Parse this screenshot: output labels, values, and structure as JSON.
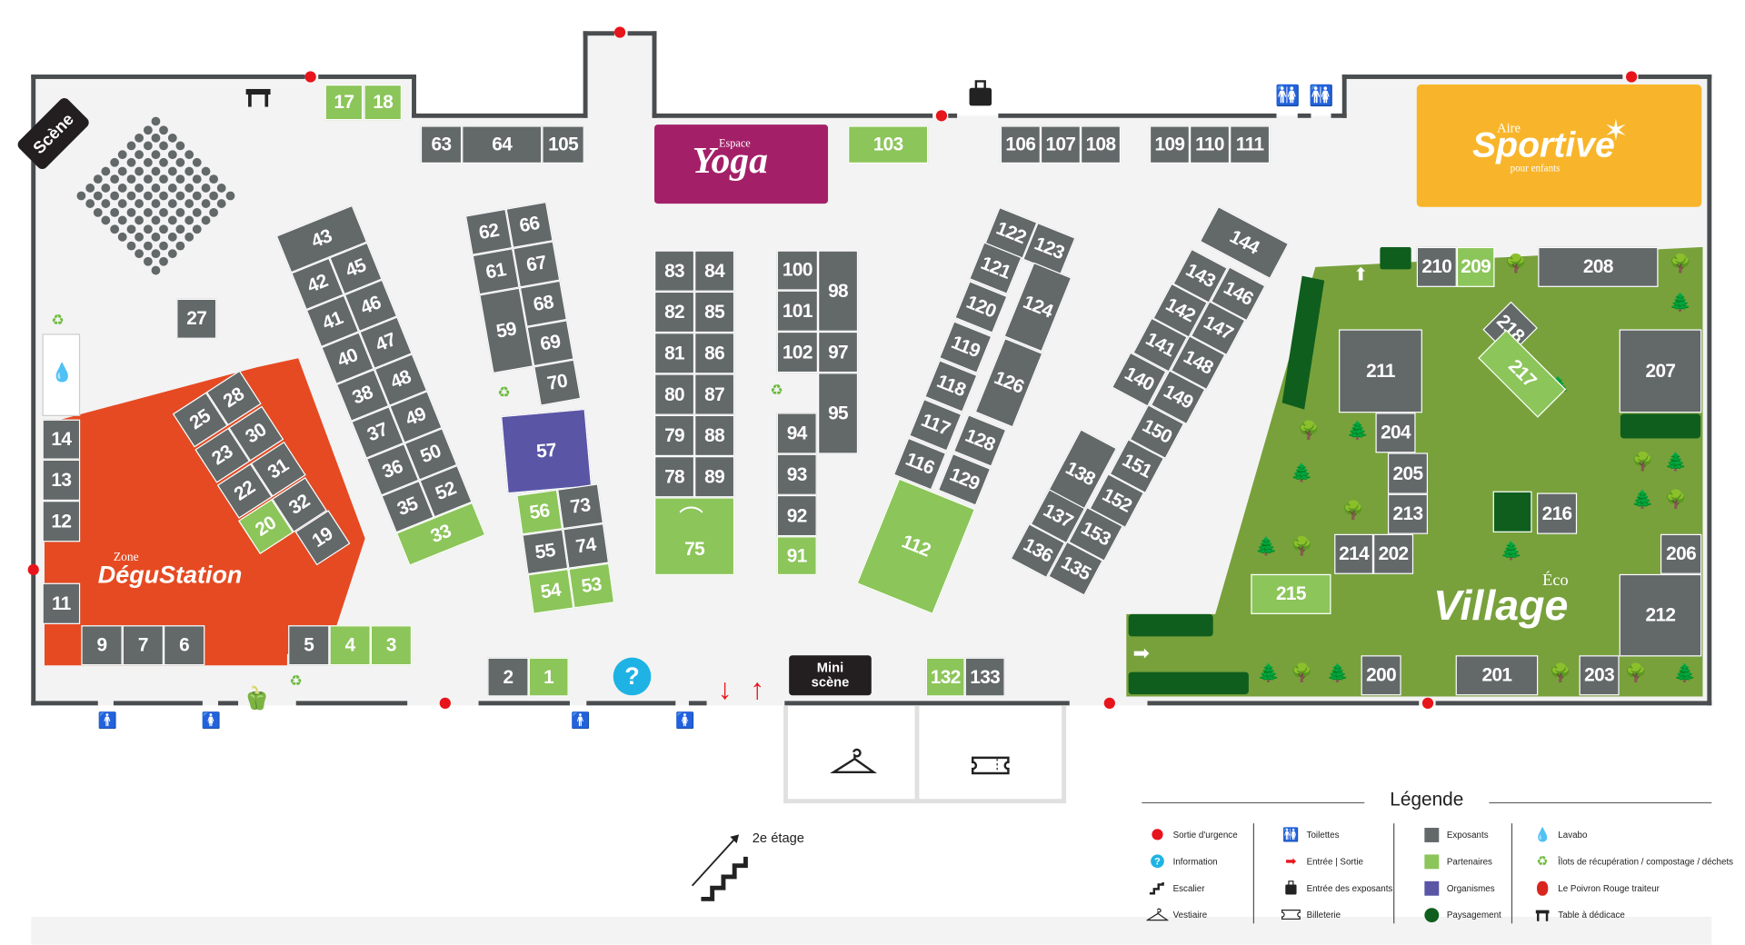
{
  "title": "Plan du salon",
  "colors": {
    "exposant": "#636869",
    "partenaire": "#8cc55a",
    "organisme": "#5a55a5",
    "paysagement": "#0f5e1d",
    "eco_village": "#78a13c",
    "degustation": "#e64a22",
    "yoga": "#a32068",
    "sportive": "#f8b52b",
    "exit": "#e8141b",
    "info": "#1eb3e4"
  },
  "zones": {
    "scene": "Scène",
    "mini_scene_line1": "Mini",
    "mini_scene_line2": "scène",
    "yoga_small": "Espace",
    "yoga_big": "Yoga",
    "sportive_small": "Aire",
    "sportive_big": "Sportive",
    "sportive_sub": "pour enfants",
    "degu_small": "Zone",
    "degu_big": "DéguStation",
    "eco_small": "Éco",
    "eco_big": "Village",
    "stairs_label": "2e étage"
  },
  "booths": {
    "b17": "17",
    "b18": "18",
    "b63": "63",
    "b64": "64",
    "b105": "105",
    "b103": "103",
    "b106": "106",
    "b107": "107",
    "b108": "108",
    "b109": "109",
    "b110": "110",
    "b111": "111",
    "b14": "14",
    "b13": "13",
    "b12": "12",
    "b11": "11",
    "b9": "9",
    "b7": "7",
    "b6": "6",
    "b5": "5",
    "b4": "4",
    "b3": "3",
    "b2": "2",
    "b1": "1",
    "b132": "132",
    "b133": "133",
    "b27": "27",
    "b28": "28",
    "b25": "25",
    "b30": "30",
    "b23": "23",
    "b31": "31",
    "b22": "22",
    "b32": "32",
    "b20": "20",
    "b19": "19",
    "b43": "43",
    "b42": "42",
    "b45": "45",
    "b41": "41",
    "b46": "46",
    "b40": "40",
    "b47": "47",
    "b38": "38",
    "b48": "48",
    "b37": "37",
    "b49": "49",
    "b36": "36",
    "b50": "50",
    "b35": "35",
    "b52": "52",
    "b33": "33",
    "b62": "62",
    "b66": "66",
    "b61": "61",
    "b67": "67",
    "b59": "59",
    "b68": "68",
    "b69": "69",
    "b70": "70",
    "b57": "57",
    "b56": "56",
    "b73": "73",
    "b55": "55",
    "b74": "74",
    "b54": "54",
    "b53": "53",
    "b83": "83",
    "b84": "84",
    "b82": "82",
    "b85": "85",
    "b81": "81",
    "b86": "86",
    "b80": "80",
    "b87": "87",
    "b79": "79",
    "b88": "88",
    "b78": "78",
    "b89": "89",
    "b75": "75",
    "b100": "100",
    "b98": "98",
    "b101": "101",
    "b102": "102",
    "b97": "97",
    "b95": "95",
    "b94": "94",
    "b93": "93",
    "b92": "92",
    "b91": "91",
    "b122": "122",
    "b123": "123",
    "b121": "121",
    "b124": "124",
    "b120": "120",
    "b119": "119",
    "b126": "126",
    "b118": "118",
    "b117": "117",
    "b128": "128",
    "b116": "116",
    "b129": "129",
    "b112": "112",
    "b144": "144",
    "b143": "143",
    "b146": "146",
    "b142": "142",
    "b147": "147",
    "b141": "141",
    "b148": "148",
    "b140": "140",
    "b149": "149",
    "b150": "150",
    "b151": "151",
    "b138": "138",
    "b152": "152",
    "b137": "137",
    "b153": "153",
    "b136": "136",
    "b135": "135",
    "b210": "210",
    "b209": "209",
    "b208": "208",
    "b211": "211",
    "b207": "207",
    "b218": "218",
    "b217": "217",
    "b204": "204",
    "b205": "205",
    "b213": "213",
    "b216": "216",
    "b214": "214",
    "b202": "202",
    "b206": "206",
    "b215": "215",
    "b212": "212",
    "b200": "200",
    "b201": "201",
    "b203": "203"
  },
  "legend": {
    "title": "Légende",
    "col1": [
      {
        "icon": "emergency-exit",
        "label": "Sortie d'urgence"
      },
      {
        "icon": "information",
        "label": "Information"
      },
      {
        "icon": "stairs",
        "label": "Escalier"
      },
      {
        "icon": "coat-hanger",
        "label": "Vestiaire"
      }
    ],
    "col2": [
      {
        "icon": "toilets",
        "label": "Toilettes"
      },
      {
        "icon": "entrance-arrow",
        "label": "Entrée | Sortie"
      },
      {
        "icon": "luggage",
        "label": "Entrée des exposants"
      },
      {
        "icon": "ticket",
        "label": "Billeterie"
      }
    ],
    "col3": [
      {
        "icon": "swatch-exposant",
        "label": "Exposants"
      },
      {
        "icon": "swatch-partenaire",
        "label": "Partenaires"
      },
      {
        "icon": "swatch-organisme",
        "label": "Organismes"
      },
      {
        "icon": "swatch-paysagement",
        "label": "Paysagement"
      }
    ],
    "col4": [
      {
        "icon": "water-drop",
        "label": "Lavabo"
      },
      {
        "icon": "recycling",
        "label": "Îlots de récupération / compostage / déchets"
      },
      {
        "icon": "red-pepper",
        "label": "Le Poivron Rouge traiteur"
      },
      {
        "icon": "signing-table",
        "label": "Table à dédicace"
      }
    ]
  }
}
